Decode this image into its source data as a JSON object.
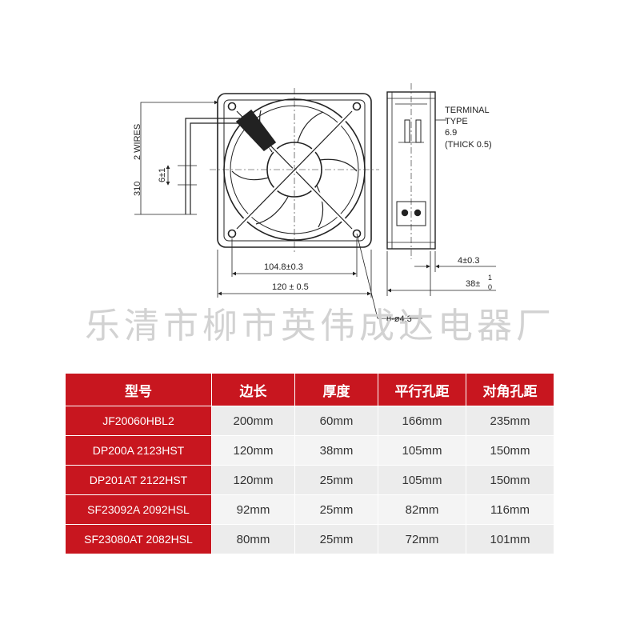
{
  "drawing": {
    "terminal_label_line1": "TERMINAL",
    "terminal_label_line2": "TYPE",
    "terminal_label_line3": "6.9",
    "terminal_label_line4": "(THICK 0.5)",
    "wires_label": "2 WIRES",
    "wire_length": "310",
    "strip_length": "6±1",
    "hole_spacing": "104.8±0.3",
    "frame_size": "120 ± 0.5",
    "hole_callout": "8-ø4.3",
    "flange_thickness": "4±0.3",
    "depth_main": "38±",
    "depth_tol_upper": "1",
    "depth_tol_lower": "0"
  },
  "watermark": "乐清市柳市英伟成达电器厂",
  "table": {
    "headers": [
      "型号",
      "边长",
      "厚度",
      "平行孔距",
      "对角孔距"
    ],
    "rows": [
      [
        "JF20060HBL2",
        "200mm",
        "60mm",
        "166mm",
        "235mm"
      ],
      [
        "DP200A 2123HST",
        "120mm",
        "38mm",
        "105mm",
        "150mm"
      ],
      [
        "DP201AT 2122HST",
        "120mm",
        "25mm",
        "105mm",
        "150mm"
      ],
      [
        "SF23092A 2092HSL",
        "92mm",
        "25mm",
        "82mm",
        "116mm"
      ],
      [
        "SF23080AT 2082HSL",
        "80mm",
        "25mm",
        "72mm",
        "101mm"
      ]
    ]
  },
  "colors": {
    "header_red": "#c8161f",
    "cell_gray": "#ececec",
    "watermark_gray": "#d2d2d2",
    "line_color": "#222222"
  }
}
